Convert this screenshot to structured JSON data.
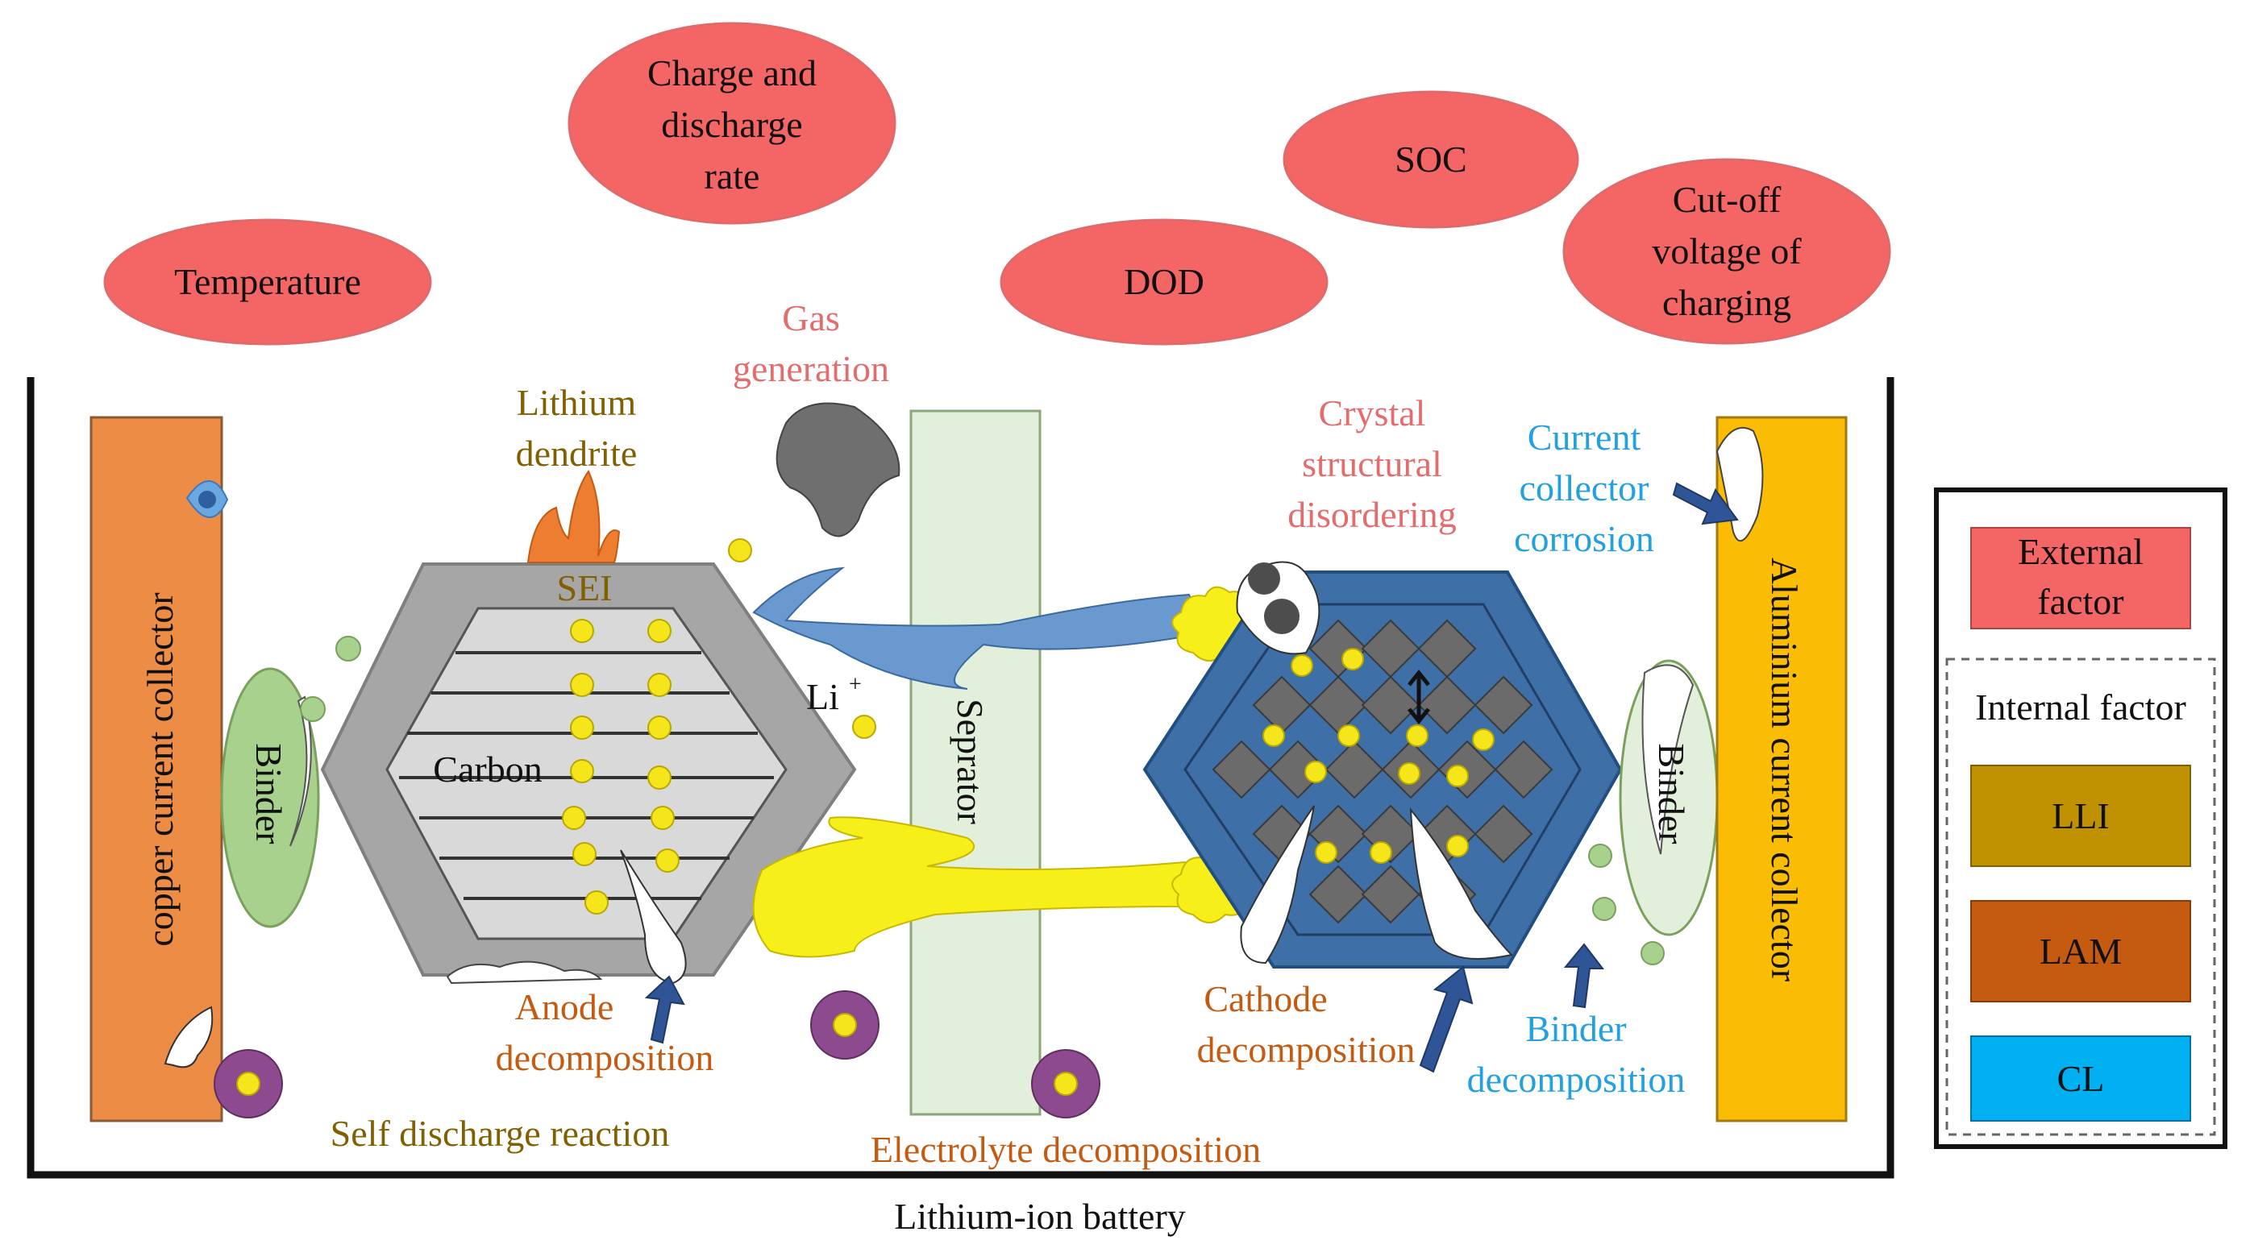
{
  "external_factors": {
    "temperature": "Temperature",
    "charge_rate": [
      "Charge and",
      "discharge",
      "rate"
    ],
    "dod": "DOD",
    "soc": "SOC",
    "cutoff_voltage": [
      "Cut-off",
      "voltage of",
      "charging"
    ]
  },
  "labels": {
    "copper_collector": "copper current collector",
    "aluminium_collector": "Aluminium current collector",
    "binder_left": "Binder",
    "binder_right": "Binder",
    "separator": "Seprator",
    "carbon": "Carbon",
    "sei": "SEI",
    "li_ion": "Li",
    "li_ion_sup": "+",
    "lithium_dendrite": [
      "Lithium",
      "dendrite"
    ],
    "gas_generation": [
      "Gas",
      "generation"
    ],
    "crystal_disordering": [
      "Crystal",
      "structural",
      "disordering"
    ],
    "collector_corrosion": [
      "Current",
      "collector",
      "corrosion"
    ],
    "anode_decomposition": [
      "Anode",
      "decomposition"
    ],
    "cathode_decomposition": [
      "Cathode",
      "decomposition"
    ],
    "binder_decomposition": [
      "Binder",
      "decomposition"
    ],
    "self_discharge": "Self discharge reaction",
    "electrolyte_decomposition": "Electrolyte decomposition",
    "battery_caption": "Lithium-ion battery"
  },
  "legend": {
    "external": [
      "External",
      "factor"
    ],
    "internal_title": "Internal factor",
    "lli": "LLI",
    "lam": "LAM",
    "cl": "CL"
  },
  "colors": {
    "external": "#f46565",
    "lli": "#c09100",
    "lam": "#c55a11",
    "cl": "#00b0f0",
    "copper": "#ed8c45",
    "aluminium": "#fbbc04",
    "binder": "#a9d18e",
    "separator": "#e2efda",
    "cathode": "#3e6fa6",
    "ion": "#f5e51b"
  }
}
